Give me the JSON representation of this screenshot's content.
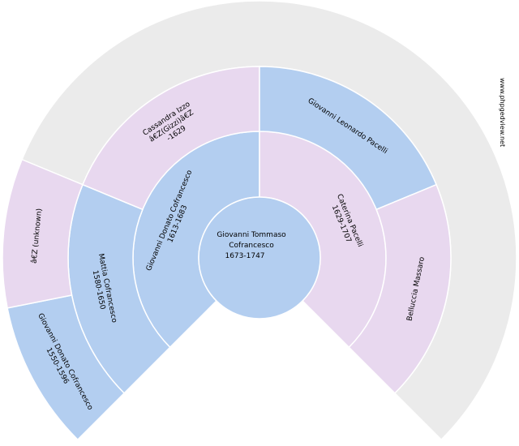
{
  "colors": {
    "male": "#b3cef0",
    "female": "#e8d8ef",
    "unknown": "#ebebeb"
  },
  "site_credit": "www.phpgedview.net",
  "root": {
    "name": "Giovanni Tommaso Cofrancesco",
    "lines": [
      "Giovanni Tommaso",
      "Cofrancesco",
      "1673-1747"
    ],
    "years": "1673-1747",
    "sex": "male"
  },
  "ancestors": [
    {
      "key": "father",
      "generation": 1,
      "slot": 0,
      "sex": "male",
      "lines": [
        "Giovanni Donato Cofrancesco",
        "1613-1683"
      ]
    },
    {
      "key": "mother",
      "generation": 1,
      "slot": 1,
      "sex": "female",
      "lines": [
        "Caterina Pacelli",
        "1629-1707"
      ]
    },
    {
      "key": "paternal-grandfather",
      "generation": 2,
      "slot": 0,
      "sex": "male",
      "lines": [
        "Mattia Cofrancesco",
        "1580-1650"
      ]
    },
    {
      "key": "paternal-grandmother",
      "generation": 2,
      "slot": 1,
      "sex": "female",
      "lines": [
        "Cassandra Izzo",
        "â€Z(Gizzi)â€Z",
        "-1629"
      ]
    },
    {
      "key": "maternal-grandfather",
      "generation": 2,
      "slot": 2,
      "sex": "male",
      "lines": [
        "Giovanni Leonardo Pacelli"
      ]
    },
    {
      "key": "maternal-grandmother",
      "generation": 2,
      "slot": 3,
      "sex": "female",
      "lines": [
        "Belluccia Massaro"
      ]
    },
    {
      "key": "ggf-1",
      "generation": 3,
      "slot": 0,
      "sex": "male",
      "lines": [
        "Giovanni Donato Cofrancesco",
        "1550-1596"
      ]
    },
    {
      "key": "ggm-1",
      "generation": 3,
      "slot": 1,
      "sex": "female",
      "lines": [
        "â€Z (unknown)"
      ]
    }
  ]
}
